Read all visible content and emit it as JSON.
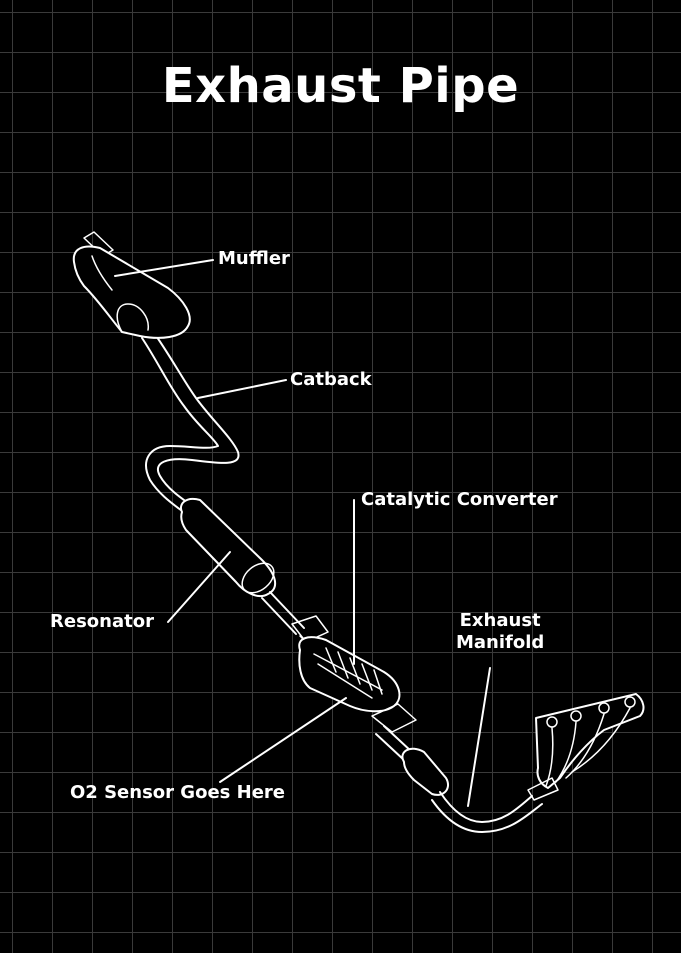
{
  "title": "Exhaust Pipe",
  "labels": {
    "muffler": "Muffler",
    "catback": "Catback",
    "catalytic_converter": "Catalytic Converter",
    "resonator": "Resonator",
    "exhaust_manifold_line1": "Exhaust",
    "exhaust_manifold_line2": "Manifold",
    "o2_sensor": "O2 Sensor Goes Here"
  },
  "colors": {
    "background": "#000000",
    "grid": "#3a3a3a",
    "line": "#ffffff",
    "text": "#ffffff"
  }
}
